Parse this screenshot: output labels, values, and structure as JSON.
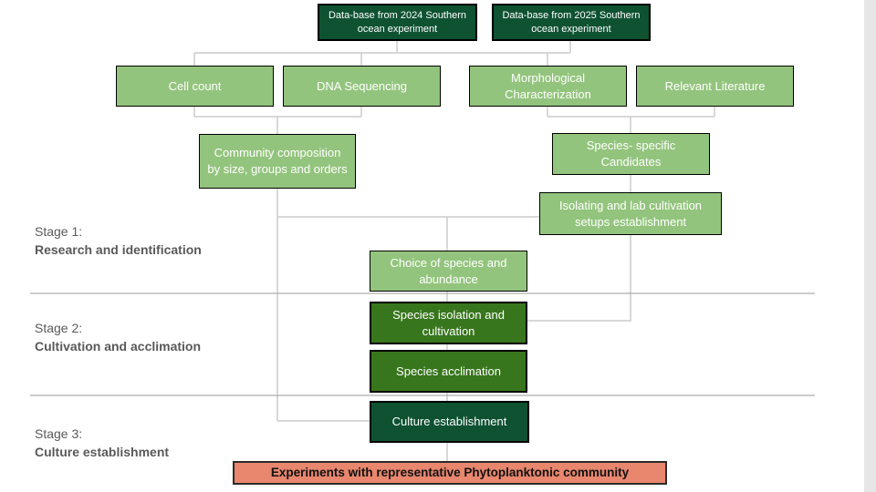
{
  "diagram": {
    "type": "flowchart",
    "colors": {
      "dark_green": "#0e5231",
      "forest_green": "#38761d",
      "light_green": "#93c47d",
      "salmon": "#e8866e",
      "connector_gray": "#cccccc",
      "divider_gray": "#999999",
      "stage_text_gray": "#595959"
    },
    "nodes": {
      "db2024": {
        "text": "Data-base from 2024 Southern ocean experiment"
      },
      "db2025": {
        "text": "Data-base from 2025 Southern ocean experiment"
      },
      "cell_count": {
        "text": "Cell count"
      },
      "dna_sequencing": {
        "text": "DNA Sequencing"
      },
      "morphological": {
        "text": "Morphological Characterization"
      },
      "relevant_literature": {
        "text": "Relevant Literature"
      },
      "community_composition": {
        "text": "Community composition by size, groups and orders"
      },
      "species_candidates": {
        "text": "Species- specific Candidates"
      },
      "isolating_setups": {
        "text": "Isolating and lab cultivation setups establishment"
      },
      "choice_of_species": {
        "text": "Choice of species and abundance"
      },
      "species_isolation": {
        "text": "Species isolation and cultivation"
      },
      "species_acclimation": {
        "text": "Species acclimation"
      },
      "culture_establishment": {
        "text": "Culture establishment"
      },
      "experiments": {
        "text": "Experiments with representative Phytoplanktonic community"
      }
    },
    "stages": [
      {
        "label": "Stage 1:",
        "title": "Research and identification"
      },
      {
        "label": "Stage 2:",
        "title": "Cultivation and acclimation"
      },
      {
        "label": "Stage 3:",
        "title": "Culture establishment"
      }
    ]
  }
}
